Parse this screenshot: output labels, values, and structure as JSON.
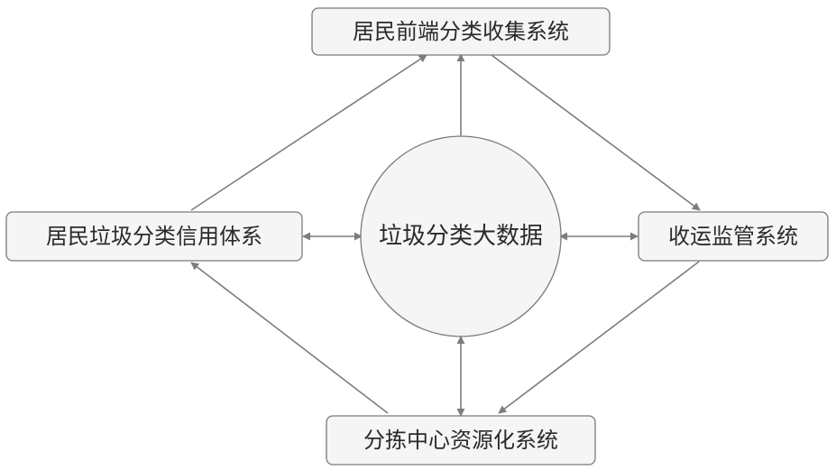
{
  "nodes": {
    "top": "居民前端分类收集系统",
    "left": "居民垃圾分类信用体系",
    "center": "垃圾分类大数据",
    "right": "收运监管系统",
    "bottom": "分拣中心资源化系统"
  }
}
